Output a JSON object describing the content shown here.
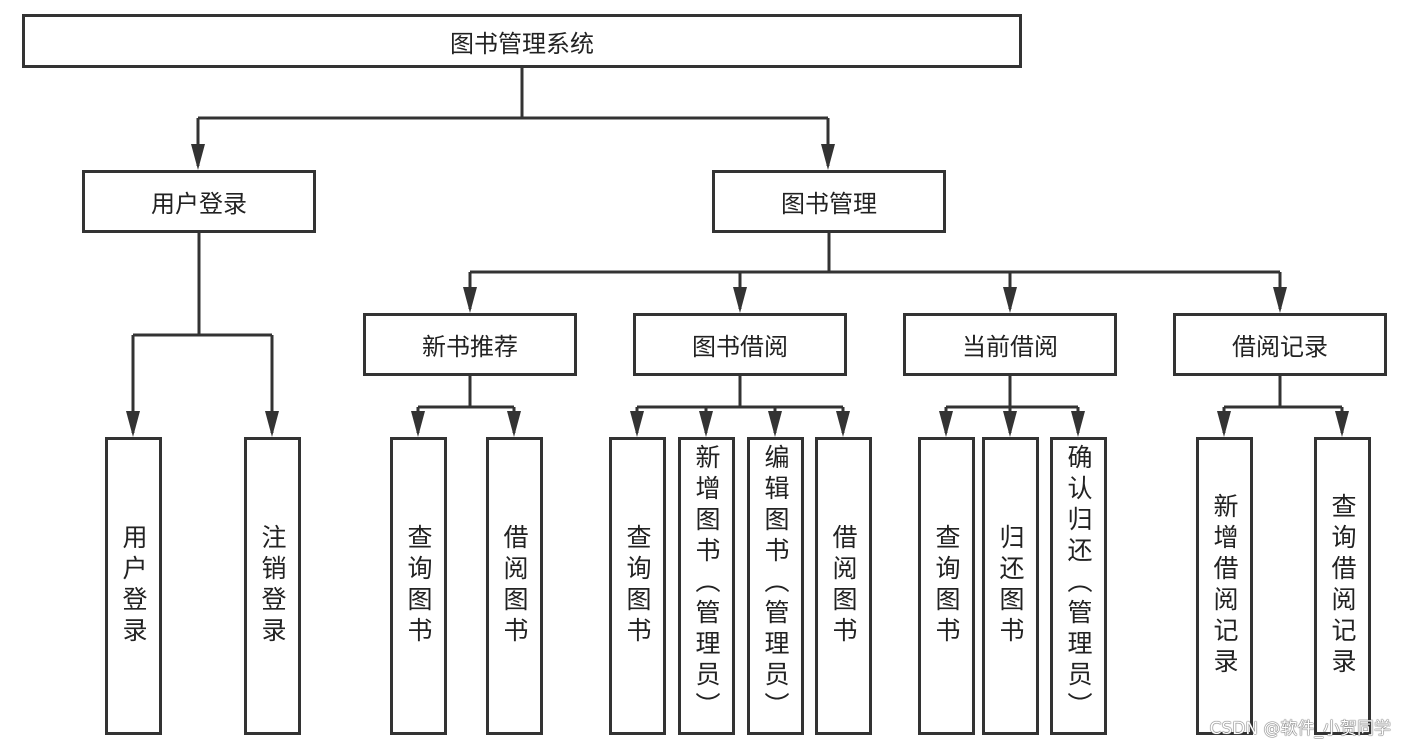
{
  "root": {
    "label": "图书管理系统"
  },
  "branches": [
    {
      "label": "用户登录",
      "children": [
        {
          "label": "用户登录",
          "leaves": []
        }
      ]
    },
    {
      "label": "图书管理"
    }
  ],
  "user_login": {
    "label": "用户登录",
    "leaves": [
      "用户登录",
      "注销登录"
    ]
  },
  "book_management": {
    "label": "图书管理",
    "modules": [
      {
        "label": "新书推荐",
        "leaves": [
          "查询图书",
          "借阅图书"
        ]
      },
      {
        "label": "图书借阅",
        "leaves": [
          "查询图书",
          "新增图书（管理员）",
          "编辑图书（管理员）",
          "借阅图书"
        ]
      },
      {
        "label": "当前借阅",
        "leaves": [
          "查询图书",
          "归还图书",
          "确认归还（管理员）"
        ]
      },
      {
        "label": "借阅记录",
        "leaves": [
          "新增借阅记录",
          "查询借阅记录"
        ]
      }
    ]
  },
  "watermark": "CSDN @软件_小贺同学",
  "colors": {
    "line": "#333333",
    "text": "#222222",
    "background": "#ffffff"
  }
}
